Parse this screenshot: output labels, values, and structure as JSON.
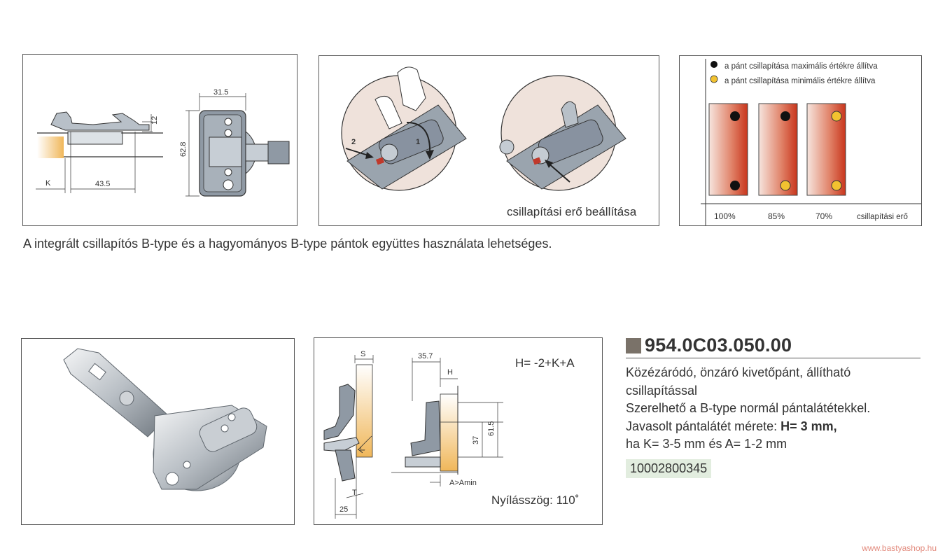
{
  "diagram_top_left": {
    "dim_width": "31.5",
    "dim_height": "62.8",
    "dim_side": "12",
    "dim_k": "K",
    "dim_depth": "43.5"
  },
  "adjust_panel": {
    "caption": "csillapítási erő beállítása",
    "step_1": "1",
    "step_2": "2"
  },
  "damping_chart": {
    "legend_max": "a pánt csillapítása maximális értékre állítva",
    "legend_min": "a pánt csillapítása minimális értékre állítva",
    "labels": [
      "100%",
      "85%",
      "70%"
    ],
    "axis_label": "csillapítási erő",
    "colors": {
      "max_dot": "#111111",
      "min_dot": "#f2c230"
    }
  },
  "compat_note": "A integrált csillapítós B-type és a hagyományos B-type pántok együttes használata lehetséges.",
  "mount_diagram": {
    "formula": "H= -2+K+A",
    "dim_s": "S",
    "dim_k": "K",
    "dim_t": "T",
    "dim_25": "25",
    "dim_357": "35.7",
    "dim_h": "H",
    "dim_37": "37",
    "dim_615": "61.5",
    "dim_amin": "A>Amin",
    "opening_angle": "Nyílásszög: 110˚"
  },
  "product": {
    "code": "954.0C03.050.00",
    "line1": "Közézáródó, önzáró kivetőpánt, állítható",
    "line2": "csillapítással",
    "line3": "Szerelhető a B-type normál pántalátétekkel.",
    "line4_prefix": "Javasolt pántalátét mérete: ",
    "line4_bold": "H= 3 mm,",
    "line5": "ha K= 3-5 mm és A= 1-2 mm",
    "article_number": "10002800345"
  },
  "watermark": "www.bastyashop.hu"
}
